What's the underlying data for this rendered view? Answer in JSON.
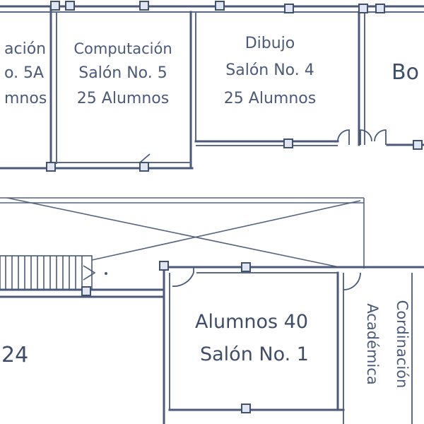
{
  "rooms": {
    "left_top_partial": {
      "line1": "ación",
      "line2": "o. 5A",
      "line3": "mnos"
    },
    "computacion": {
      "line1": "Computación",
      "line2": "Salón No. 5",
      "line3": "25 Alumnos"
    },
    "dibujo": {
      "line1": "Dibujo",
      "line2": "Salón No. 4",
      "line3": "25 Alumnos"
    },
    "right_top_partial": {
      "line1": "Bo"
    },
    "left_bottom_partial": {
      "line1": "24"
    },
    "salon1": {
      "line1": "Alumnos 40",
      "line2": "Salón No. 1"
    },
    "coordinacion": {
      "line1": "Cordinación",
      "line2": "Académica"
    }
  },
  "colors": {
    "wall": "#4a5a78",
    "column_fill": "#dfe6f1",
    "background": "#ffffff"
  }
}
